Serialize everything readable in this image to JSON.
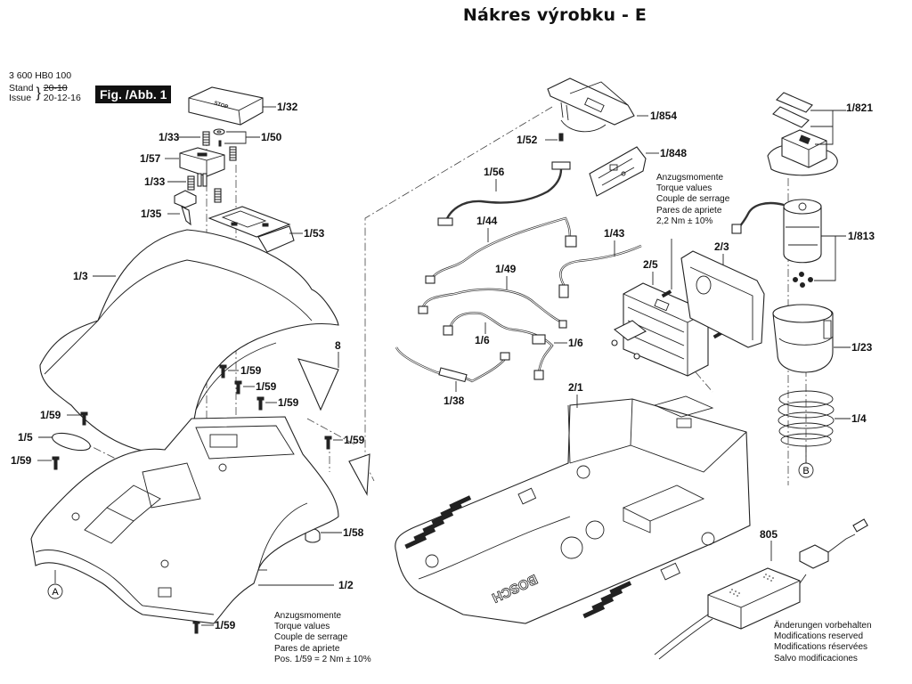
{
  "header": {
    "title": "Nákres výrobku - E"
  },
  "document": {
    "part_number": "3 600 HB0 100",
    "stand_label": "Stand",
    "issue_label": "Issue",
    "stand_value": "20-10",
    "issue_value": "20-12-16",
    "figure_label": "Fig. /Abb. 1"
  },
  "labels": {
    "p1_32": "1/32",
    "p1_33a": "1/33",
    "p1_50": "1/50",
    "p1_57": "1/57",
    "p1_33b": "1/33",
    "p1_35": "1/35",
    "p1_53": "1/53",
    "p1_3": "1/3",
    "p8": "8",
    "p1_59a": "1/59",
    "p1_59b": "1/59",
    "p1_59c": "1/59",
    "p1_59d": "1/59",
    "p1_5": "1/5",
    "p1_59e": "1/59",
    "p1_59f": "1/59",
    "p1_59g": "1/59",
    "p1_58": "1/58",
    "p1_2": "1/2",
    "p1_59h": "1/59",
    "pA": "A",
    "p1_854": "1/854",
    "p1_52": "1/52",
    "p1_848": "1/848",
    "p1_56": "1/56",
    "p1_44": "1/44",
    "p1_43": "1/43",
    "p1_49": "1/49",
    "p1_6a": "1/6",
    "p1_6b": "1/6",
    "p1_38": "1/38",
    "p2_5": "2/5",
    "p2_3": "2/3",
    "p2_1": "2/1",
    "p1_821": "1/821",
    "p1_813": "1/813",
    "p1_23": "1/23",
    "p1_4": "1/4",
    "pB": "B",
    "p805": "805",
    "brand": "BOSCH"
  },
  "notes": {
    "torque_upper": [
      "Anzugsmomente",
      "Torque values",
      "Couple de serrage",
      "Pares de apriete",
      "2,2 Nm ± 10%"
    ],
    "torque_lower": [
      "Anzugsmomente",
      "Torque values",
      "Couple de serrage",
      "Pares de apriete",
      "Pos.    1/59 = 2 Nm  ± 10%"
    ],
    "modifications": [
      "Änderungen vorbehalten",
      "Modifications reserved",
      "Modifications réservées",
      "Salvo modificaciones"
    ]
  }
}
